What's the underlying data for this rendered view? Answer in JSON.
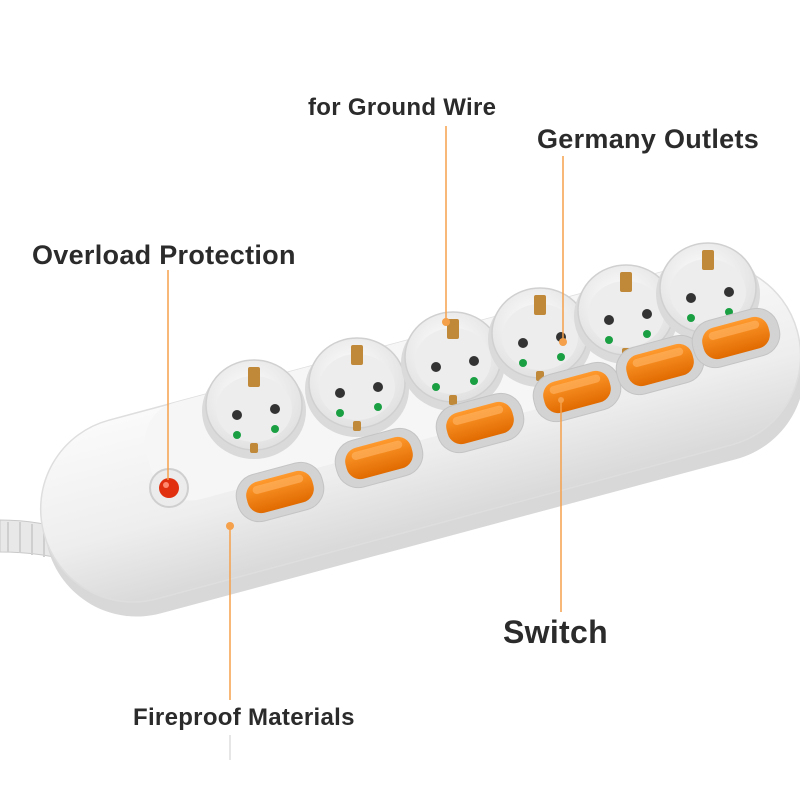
{
  "labels": {
    "ground_wire": "for Ground Wire",
    "germany_outlets": "Germany Outlets",
    "overload_protection": "Overload Protection",
    "switch": "Switch",
    "fireproof_materials": "Fireproof Materials"
  },
  "product": {
    "outlet_count": 6,
    "switch_count": 6,
    "body_color": "#f0f0f0",
    "switch_color": "#f07a10",
    "indicator_color": "#e03010",
    "ground_contact_color": "#c0893a",
    "ground_led_color": "#1aa043",
    "callout_line_color": "#f5a04a"
  }
}
